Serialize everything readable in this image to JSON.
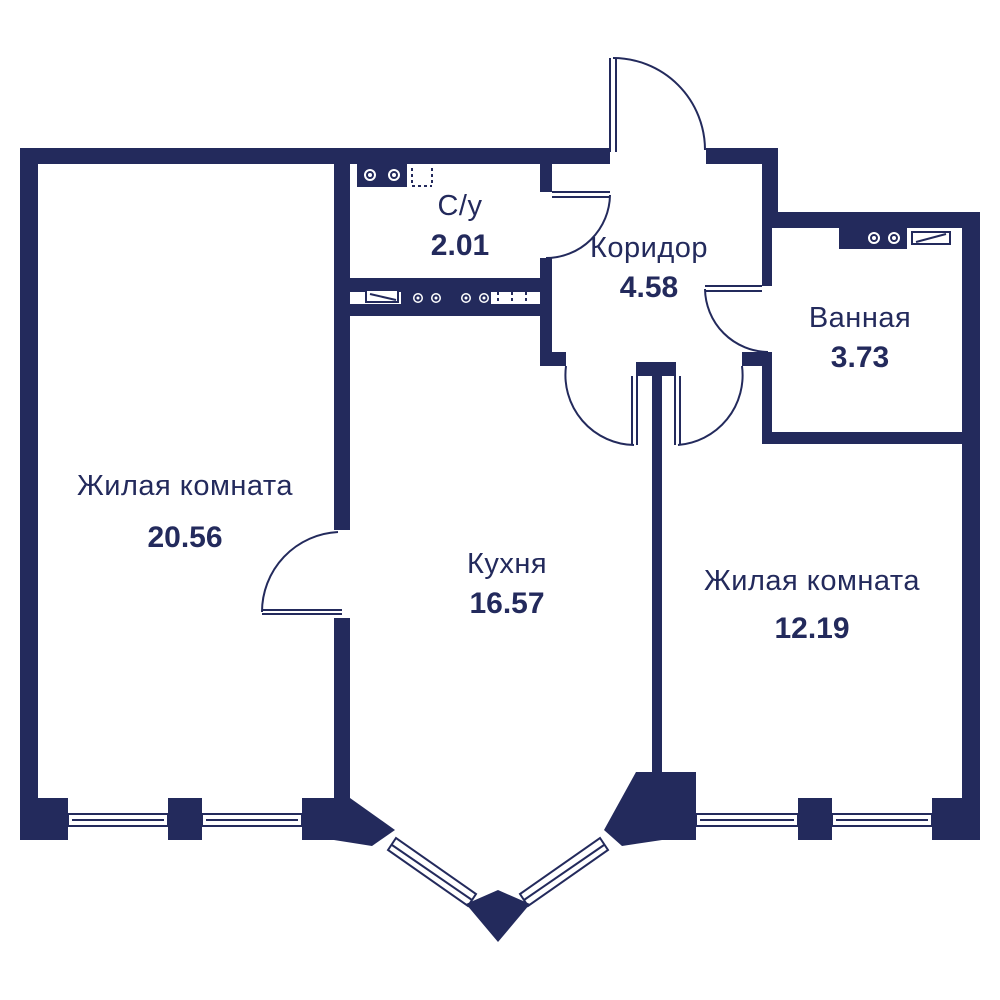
{
  "rooms": {
    "living_left": {
      "name": "Жилая комната",
      "area": "20.56"
    },
    "wc": {
      "name": "С/у",
      "area": "2.01"
    },
    "corridor": {
      "name": "Коридор",
      "area": "4.58"
    },
    "bathroom": {
      "name": "Ванная",
      "area": "3.73"
    },
    "kitchen": {
      "name": "Кухня",
      "area": "16.57"
    },
    "living_right": {
      "name": "Жилая комната",
      "area": "12.19"
    }
  },
  "colors": {
    "wall": "#232a5c",
    "background": "#ffffff"
  }
}
